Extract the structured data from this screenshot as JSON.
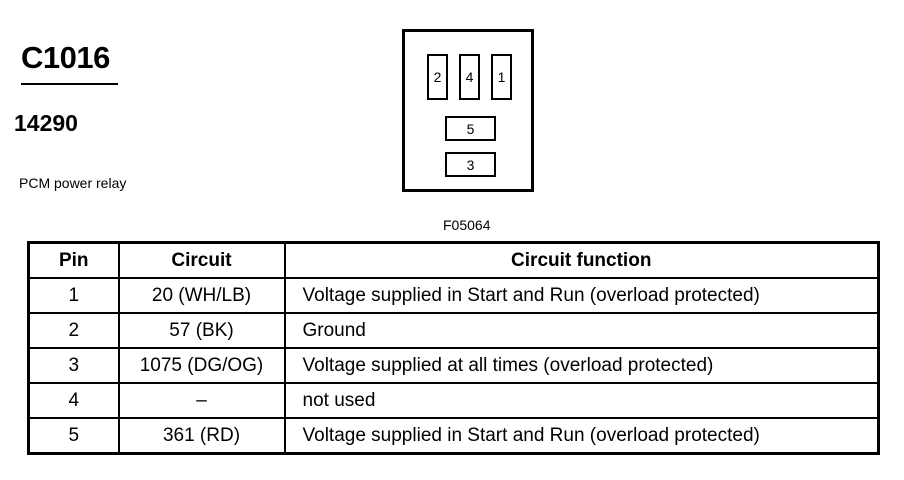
{
  "header": {
    "connector_id": "C1016",
    "part_number": "14290",
    "description": "PCM power relay"
  },
  "diagram": {
    "figure_code": "F05064",
    "pins": [
      {
        "label": "2",
        "shape": "tall"
      },
      {
        "label": "4",
        "shape": "tall"
      },
      {
        "label": "1",
        "shape": "tall"
      },
      {
        "label": "5",
        "shape": "wide"
      },
      {
        "label": "3",
        "shape": "wide"
      }
    ]
  },
  "table": {
    "columns": [
      "Pin",
      "Circuit",
      "Circuit function"
    ],
    "rows": [
      {
        "pin": "1",
        "circuit": "20 (WH/LB)",
        "function": "Voltage supplied in Start and Run (overload protected)"
      },
      {
        "pin": "2",
        "circuit": "57 (BK)",
        "function": "Ground"
      },
      {
        "pin": "3",
        "circuit": "1075 (DG/OG)",
        "function": "Voltage supplied at all times (overload protected)"
      },
      {
        "pin": "4",
        "circuit": "–",
        "function": "not used"
      },
      {
        "pin": "5",
        "circuit": "361 (RD)",
        "function": "Voltage supplied in Start and Run (overload protected)"
      }
    ]
  }
}
